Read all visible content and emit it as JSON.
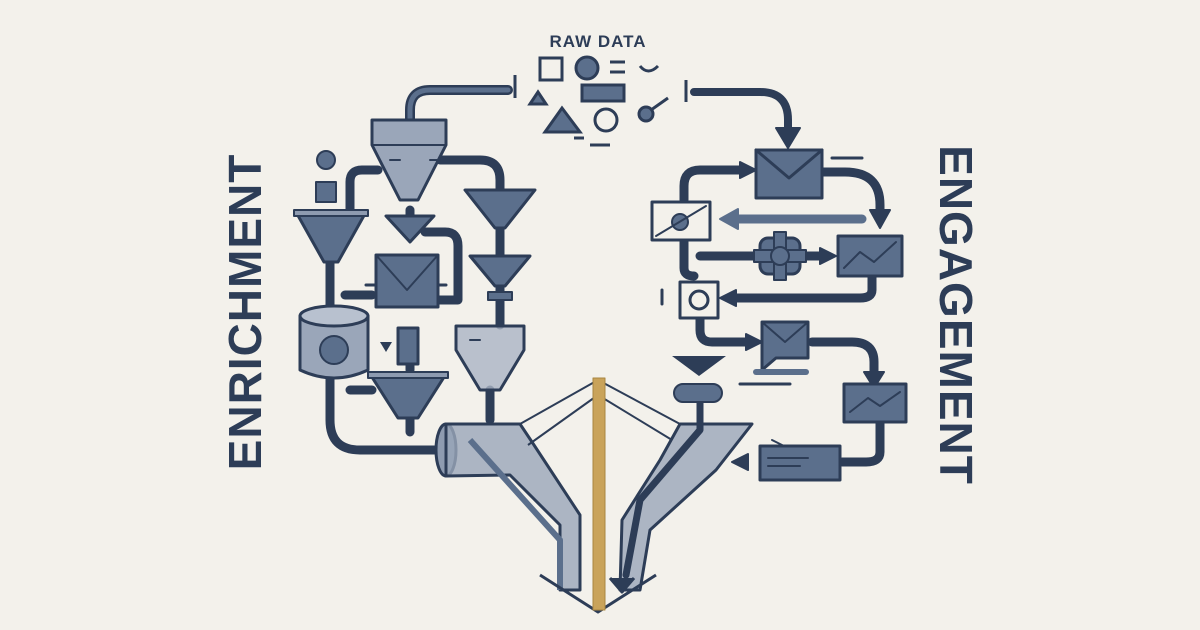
{
  "labels": {
    "top": "RAW DATA",
    "left": "ENRICHMENT",
    "right": "ENGAGEMENT"
  },
  "colors": {
    "background": "#f3f1eb",
    "navy": "#2d3d57",
    "slate": "#5b6f8c",
    "glass": "#8e9bb0",
    "gold": "#c9a35a"
  },
  "icons": {
    "raw_data": [
      "square",
      "circle",
      "triangle",
      "rectangle",
      "target-circle",
      "dash"
    ],
    "enrichment": [
      "funnel",
      "cylinder-tank",
      "hopper",
      "pipe",
      "junction-box"
    ],
    "engagement": [
      "envelope-icon",
      "chart-icon",
      "image-card-icon",
      "gear-icon",
      "message-card-icon"
    ]
  }
}
